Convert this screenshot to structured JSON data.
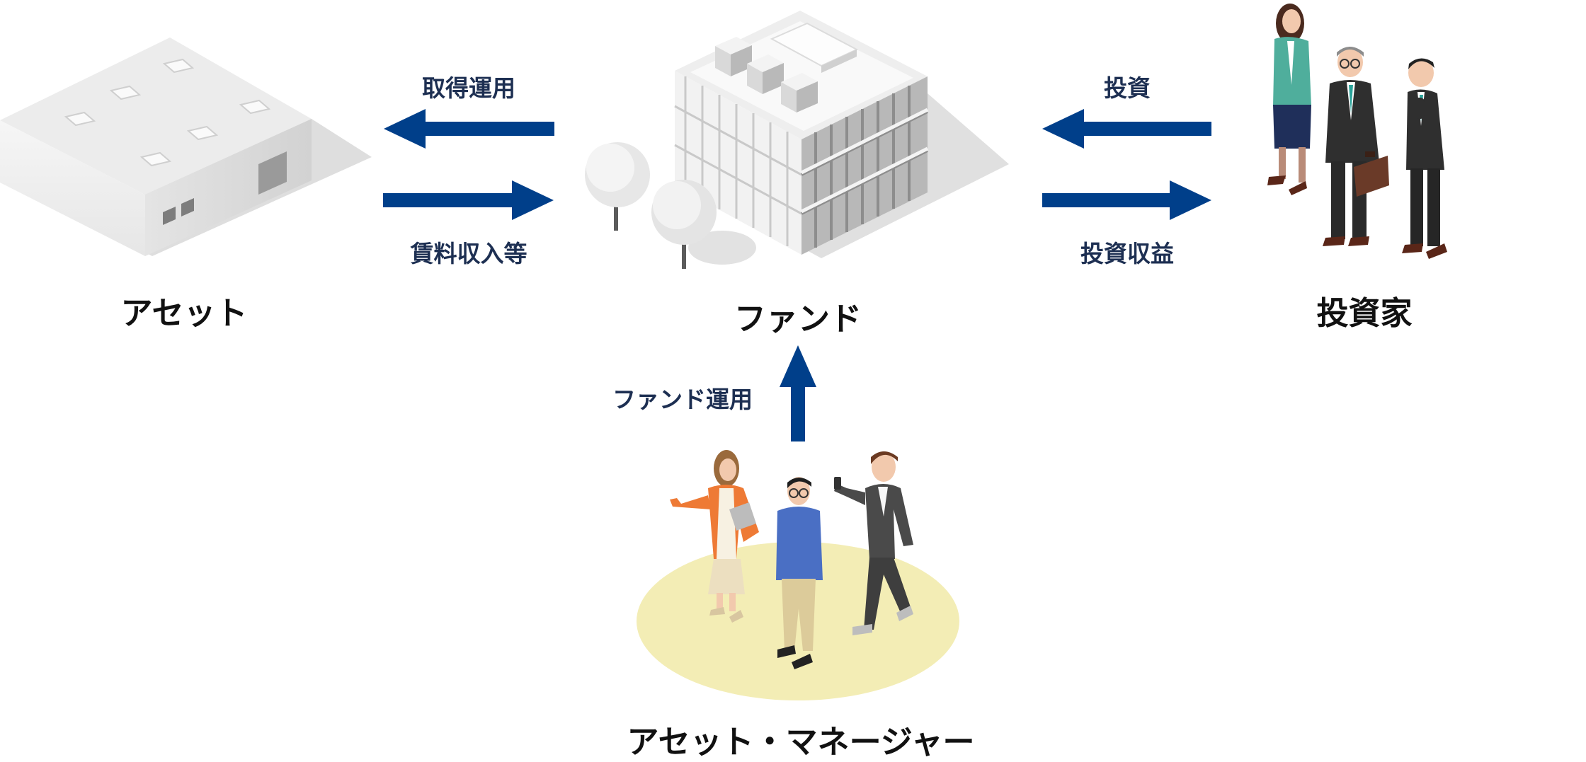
{
  "colors": {
    "arrow": "#003f8a",
    "node_text": "#111111",
    "flow_text": "#1d2f52",
    "ground": "#f3edb5"
  },
  "nodes": {
    "asset": "アセット",
    "fund": "ファンド",
    "investor": "投資家",
    "asset_manager": "アセット・マネージャー"
  },
  "flows": {
    "acquisition": "取得運用",
    "rent_income": "賃料収入等",
    "investment": "投資",
    "investment_return": "投資収益",
    "fund_management": "ファンド運用"
  },
  "illustrations": {
    "asset": "warehouse-illustration",
    "fund": "office-building-illustration",
    "investor": "investors-illustration",
    "asset_manager": "asset-managers-illustration"
  }
}
